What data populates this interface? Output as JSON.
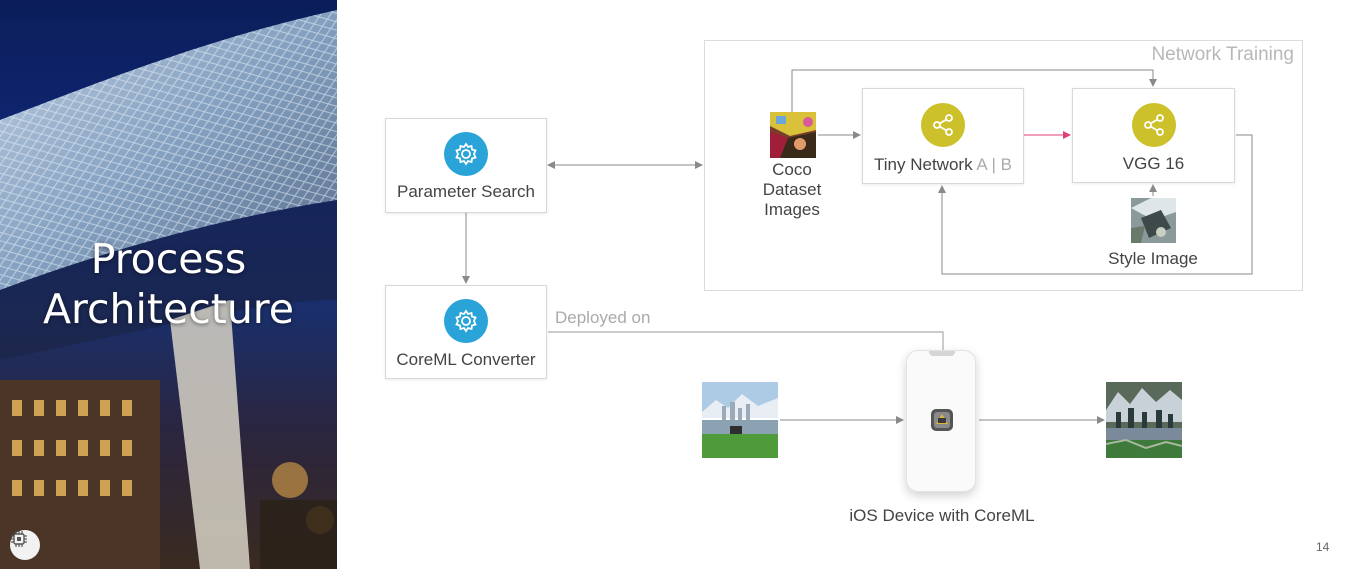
{
  "hero": {
    "title_line1": "Process",
    "title_line2": "Architecture"
  },
  "diagram": {
    "parameter_search": "Parameter Search",
    "coreml_converter": "CoreML Converter",
    "network_training": "Network Training",
    "coco_line1": "Coco",
    "coco_line2": "Dataset",
    "coco_line3": "Images",
    "tiny_network_main": "Tiny Network ",
    "tiny_network_variant": "A | B",
    "vgg": "VGG 16",
    "style_image": "Style Image",
    "deployed_on": "Deployed on",
    "ios_device": "iOS Device with CoreML"
  },
  "page_number": "14",
  "colors": {
    "accent_blue": "#2aa4d8",
    "accent_olive": "#cdc12b",
    "arrow_red": "#e0407a",
    "line_gray": "#8a8a8a"
  },
  "icons": {
    "gear": "gear-icon",
    "network": "share-network-icon",
    "coreml": "coreml-chip-icon",
    "badge": "chip-icon"
  }
}
